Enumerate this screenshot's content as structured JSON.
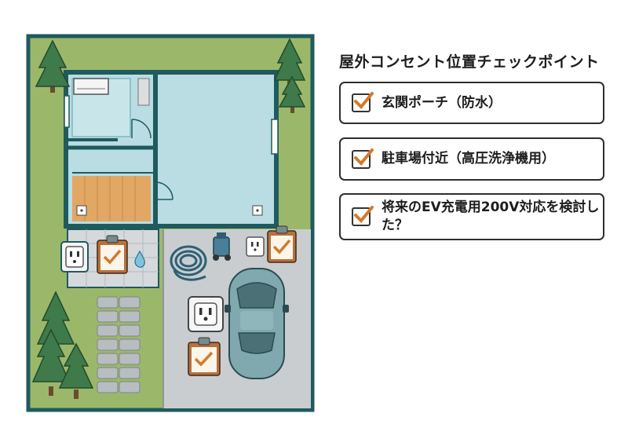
{
  "panel": {
    "title": "屋外コンセント位置チェックポイント",
    "items": [
      {
        "label": "玄関ポーチ（防水）",
        "checked": true
      },
      {
        "label": "駐車場付近（高圧洗浄機用）",
        "checked": true
      },
      {
        "label": "将来のEV充電用200V対応を検討した？",
        "checked": true
      }
    ]
  },
  "colors": {
    "accent_check": "#d37a2a",
    "lawn": "#9bb86a",
    "border": "#1f5a5e",
    "room": "#b9dde3",
    "wood_floor": "#e3a764",
    "driveway": "#c9cdd0",
    "car": "#7fa9ae"
  },
  "icons": [
    "checkbox-check-icon",
    "outlet-icon",
    "clipboard-check-icon",
    "water-drop-icon",
    "pressure-washer-icon",
    "garden-hose-icon",
    "car-icon",
    "tree-icon",
    "air-conditioner-icon"
  ]
}
